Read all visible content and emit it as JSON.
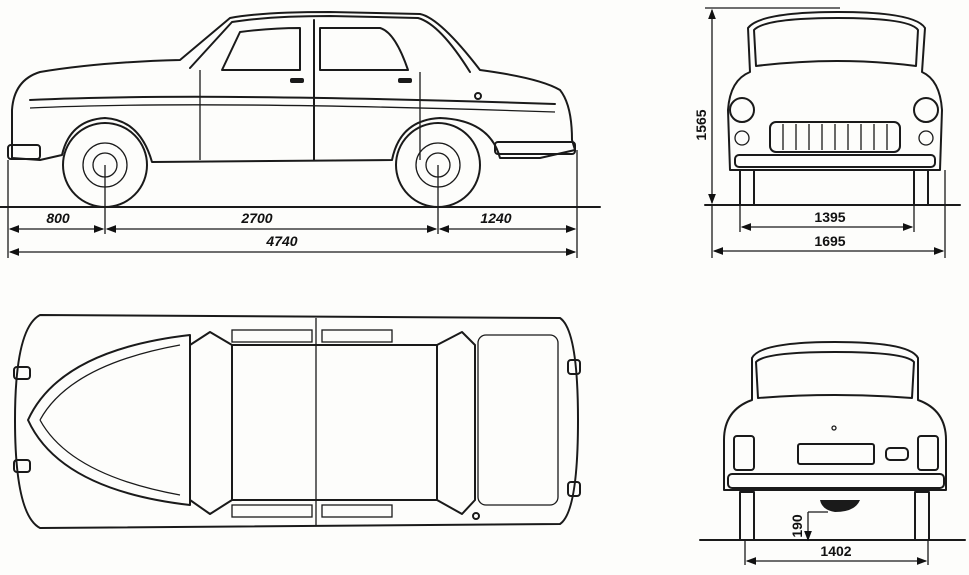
{
  "drawing": {
    "side_view": {
      "front_overhang": "800",
      "wheelbase": "2700",
      "rear_overhang": "1240",
      "overall_length": "4740"
    },
    "front_view": {
      "overall_height": "1565",
      "front_track": "1395",
      "overall_width": "1695"
    },
    "rear_view": {
      "ground_clearance": "190",
      "rear_track": "1402"
    }
  }
}
